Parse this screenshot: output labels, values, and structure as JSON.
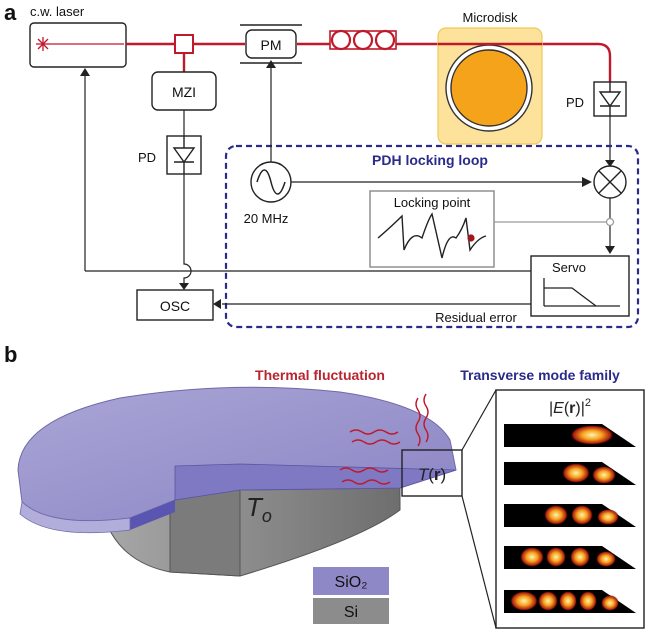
{
  "panel_a": {
    "letter": "a",
    "laser": "c.w. laser",
    "pm": "PM",
    "microdisk": "Microdisk",
    "mzi": "MZI",
    "pd_left": "PD",
    "pd_right": "PD",
    "loop_title": "PDH locking loop",
    "freq": "20 MHz",
    "locking_point": "Locking point",
    "servo": "Servo",
    "osc": "OSC",
    "residual": "Residual error"
  },
  "panel_b": {
    "letter": "b",
    "thermal": "Thermal fluctuation",
    "transverse": "Transverse mode family",
    "field": "|E(r)|²",
    "field_parts": {
      "pre": "|",
      "E": "E",
      "open": "(",
      "r": "r",
      "close": ")|",
      "sup": "2"
    },
    "temp": {
      "T": "T",
      "open": "(",
      "r": "r",
      "close": ")"
    },
    "t0": {
      "T": "T",
      "sub": "o"
    },
    "legend": [
      {
        "label": "SiO₂",
        "color": "#8f88c7"
      },
      {
        "label": "Si",
        "color": "#8c8c8c"
      }
    ]
  },
  "colors": {
    "fiber": "#c0192c",
    "loop": "#2a2a8a",
    "disk_bg": "#fce29a",
    "disk": "#f5a31a",
    "silica": "#9b96cf",
    "silicon": "#8f8f8f"
  }
}
